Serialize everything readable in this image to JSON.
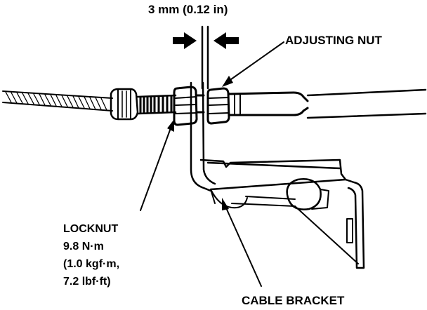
{
  "labels": {
    "gap": "3 mm (0.12 in)",
    "adjusting_nut": "ADJUSTING NUT",
    "locknut": {
      "line1": "LOCKNUT",
      "line2": "9.8 N·m",
      "line3": "(1.0 kgf·m,",
      "line4": "7.2 lbf·ft)"
    },
    "cable_bracket": "CABLE BRACKET"
  },
  "colors": {
    "ink": "#000000",
    "paper": "#ffffff"
  }
}
